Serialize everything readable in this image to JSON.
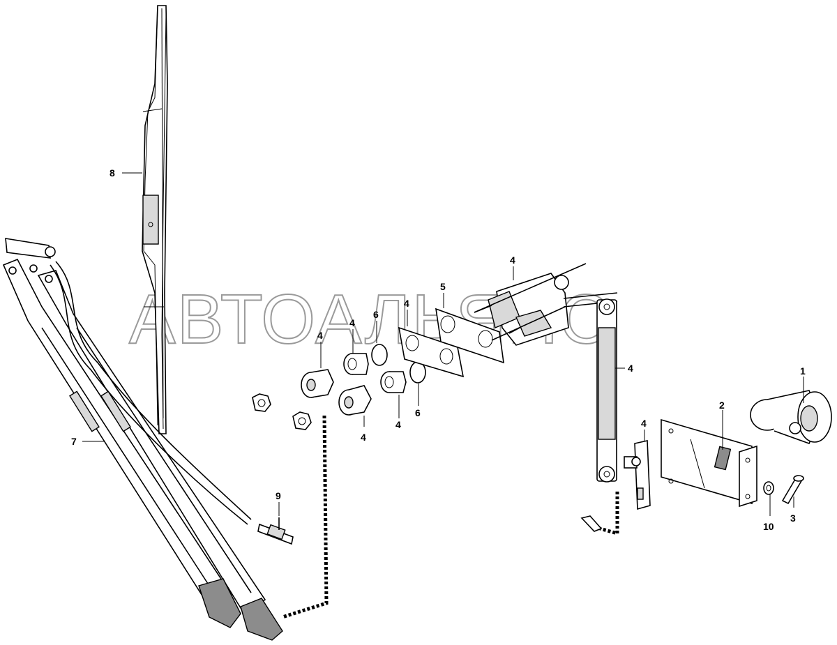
{
  "watermark": "АВТОАЛЬЯНС",
  "callouts": {
    "c1": "1",
    "c2": "2",
    "c3": "3",
    "c4": "4",
    "c5": "5",
    "c6": "6",
    "c7": "7",
    "c8": "8",
    "c9": "9",
    "c10": "10"
  }
}
